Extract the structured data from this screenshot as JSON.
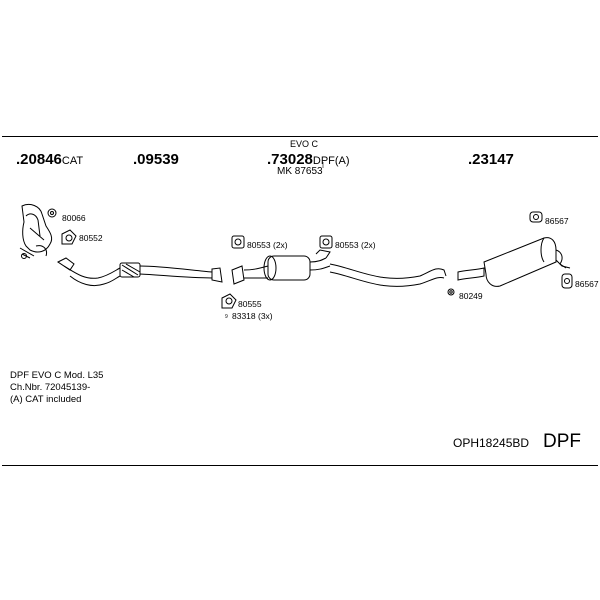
{
  "parts": {
    "p1_number": ".20846",
    "p1_suffix": "CAT",
    "p2_number": ".09539",
    "p3_top": "EVO C",
    "p3_number": ".73028",
    "p3_suffix": "DPF(A)",
    "p3_mk": "MK  87653",
    "p4_number": ".23147"
  },
  "labels": {
    "a": "80066",
    "b": "80552",
    "c": "80553 (2x)",
    "d": "80553 (2x)",
    "e": "80555",
    "f": "83318 (3x)",
    "f_prefix": "9",
    "g": "86567",
    "h": "80249",
    "i": "86567"
  },
  "notes": {
    "line1": "DPF EVO C   Mod. L35",
    "line2": "Ch.Nbr.  72045139-",
    "line3": "(A) CAT included"
  },
  "footer": {
    "code": "OPH18245BD",
    "type": "DPF"
  }
}
